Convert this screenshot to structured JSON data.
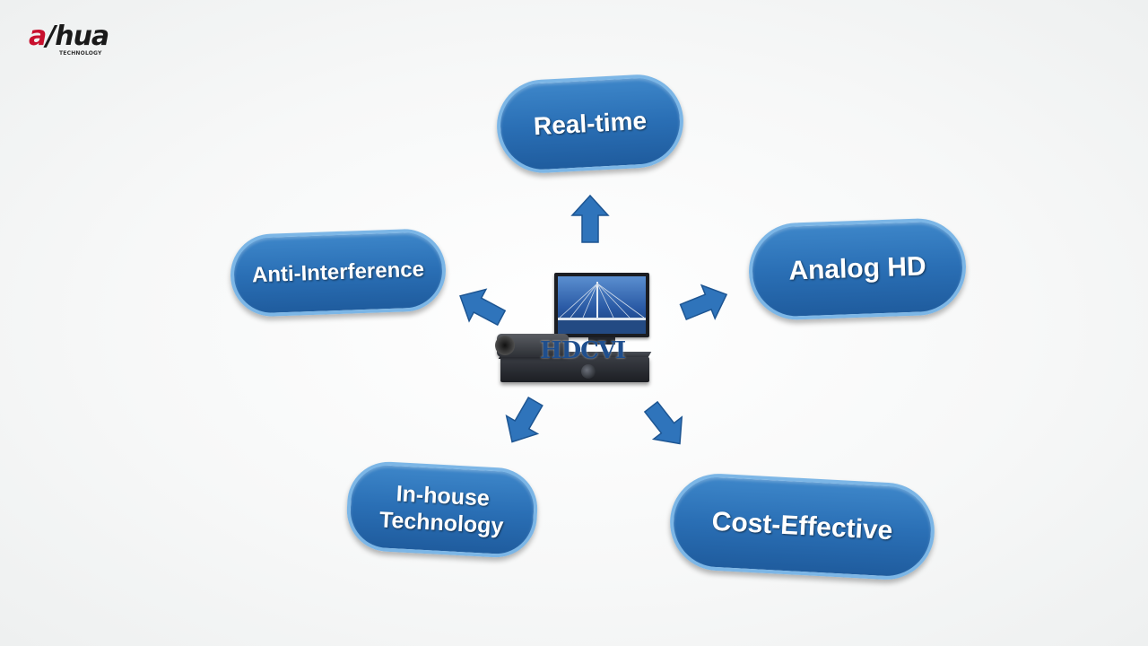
{
  "brand": {
    "logo_text_a": "a",
    "logo_text_hua": "hua",
    "logo_sub": "TECHNOLOGY"
  },
  "center": {
    "label": "HDCVI"
  },
  "features": {
    "realtime": "Real-time",
    "anti_interference": "Anti-Interference",
    "analog_hd": "Analog HD",
    "inhouse_line1": "In-house",
    "inhouse_line2": "Technology",
    "cost_effective": "Cost-Effective"
  },
  "colors": {
    "bubble_fill": "#2a6fb5",
    "bubble_border": "#7cb6e6",
    "arrow_fill": "#2f74bb",
    "brand_red": "#c8102e"
  },
  "icons": [
    "up-arrow-icon",
    "left-arrow-icon",
    "right-arrow-icon",
    "down-left-arrow-icon",
    "down-right-arrow-icon"
  ]
}
